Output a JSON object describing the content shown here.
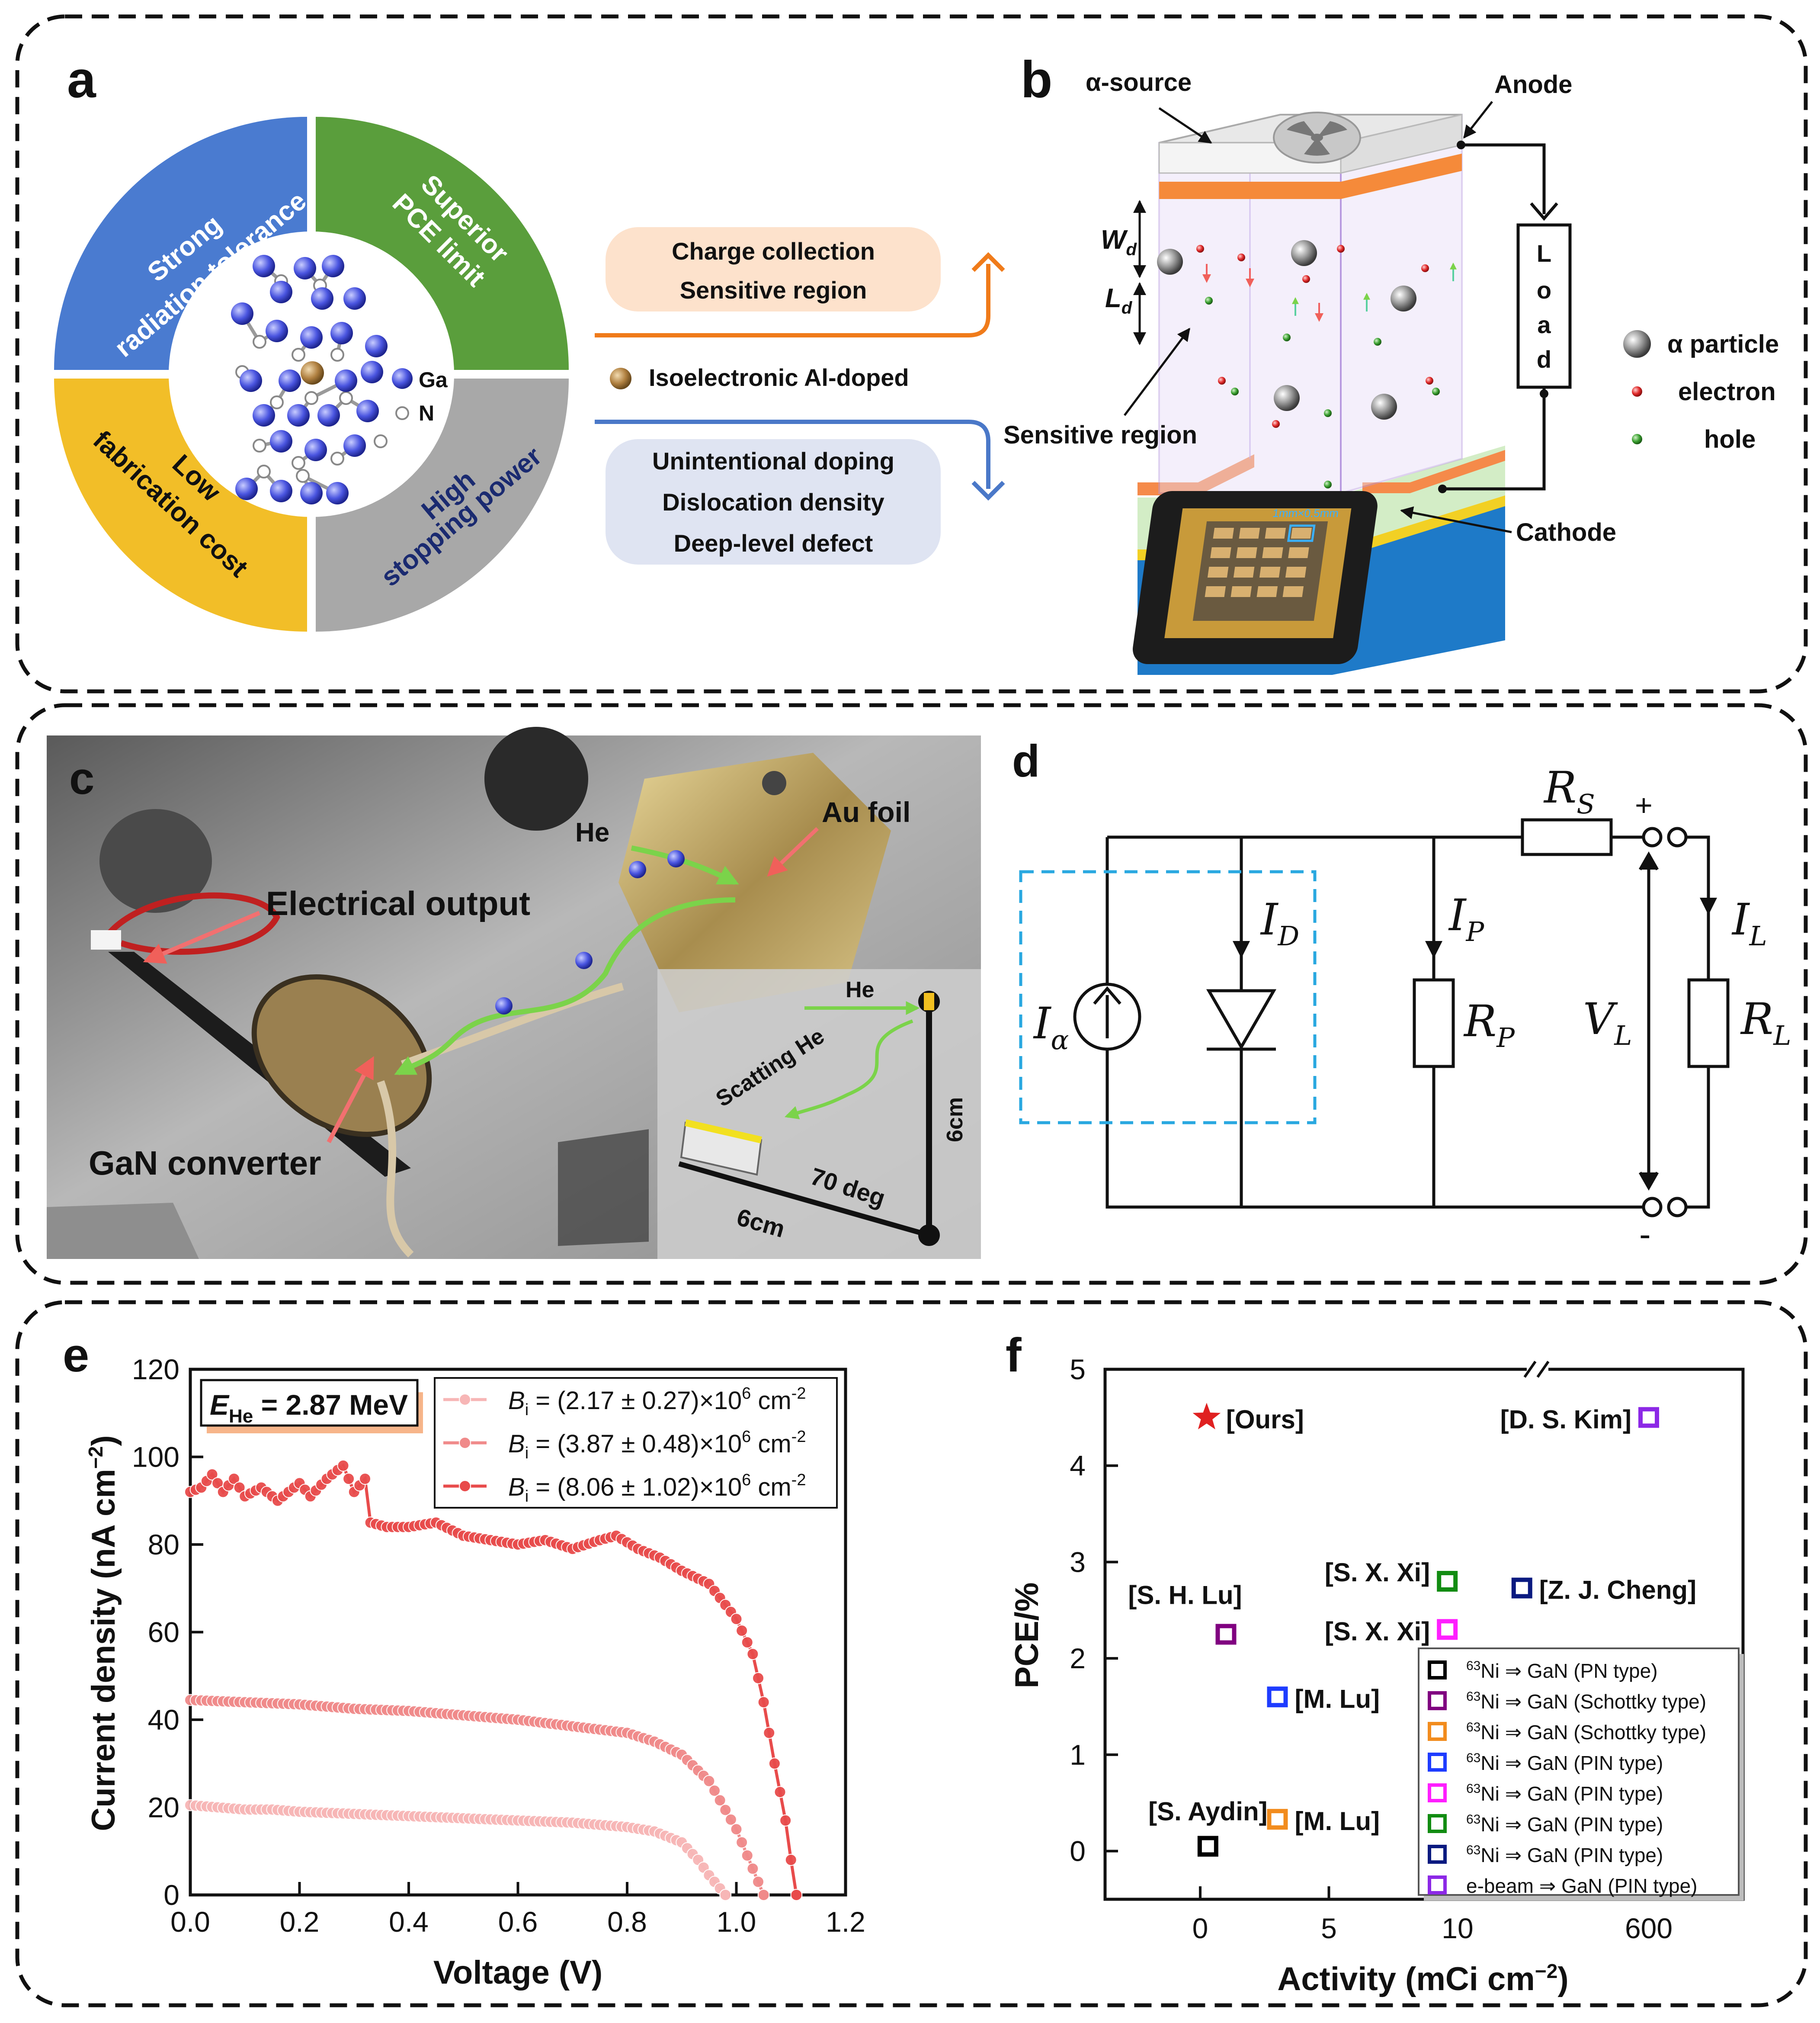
{
  "panels": {
    "a": {
      "letter": "a",
      "sectors": [
        "Strong radiation tolerance",
        "Superior PCE limit",
        "Low fabrication cost",
        "High stopping power"
      ],
      "legend": [
        "Ga",
        "N"
      ],
      "upper_box": [
        "Charge collection",
        "Sensitive region"
      ],
      "middle_label": "Isoelectronic Al-doped",
      "lower_box": [
        "Unintentional doping",
        "Dislocation density",
        "Deep-level defect"
      ]
    },
    "b": {
      "letter": "b",
      "alpha_source": "α-source",
      "anode": "Anode",
      "cathode": "Cathode",
      "load": [
        "L",
        "o",
        "a",
        "d"
      ],
      "wd": "W",
      "wd_sub": "d",
      "ld": "L",
      "ld_sub": "d",
      "sensitive_region": "Sensitive region",
      "chip_scale": "1mm×0.5mm",
      "legend": [
        "α particle",
        "electron",
        "hole"
      ]
    },
    "c": {
      "letter": "c",
      "au_foil": "Au foil",
      "he": "He",
      "electrical_output": "Electrical output",
      "gan_converter": "GaN converter",
      "inset_he": "He",
      "scatting_he": "Scatting He",
      "six_cm_vertical": "6cm",
      "seventy_deg": "70 deg",
      "six_cm_horizontal": "6cm"
    },
    "d": {
      "letter": "d",
      "rs": "R",
      "rs_sub": "S",
      "plus": "+",
      "minus": "-",
      "id": "I",
      "id_sub": "D",
      "ip": "I",
      "ip_sub": "P",
      "il": "I",
      "il_sub": "L",
      "ialpha": "I",
      "ialpha_sub": "α",
      "rp": "R",
      "rp_sub": "P",
      "vl": "V",
      "vl_sub": "L",
      "rl": "R",
      "rl_sub": "L"
    },
    "e": {
      "letter": "e",
      "energy_label_main": "E",
      "energy_label_sub": "He",
      "energy_label_value": " = 2.87 MeV",
      "legend": [
        {
          "prefix": "B",
          "sub": "i",
          "value": " = (2.17 ± 0.27)×10",
          "exp": "6",
          "unit": " cm",
          "unit_exp": "-2"
        },
        {
          "prefix": "B",
          "sub": "i",
          "value": " = (3.87 ± 0.48)×10",
          "exp": "6",
          "unit": " cm",
          "unit_exp": "-2"
        },
        {
          "prefix": "B",
          "sub": "i",
          "value": " = (8.06 ± 1.02)×10",
          "exp": "6",
          "unit": " cm",
          "unit_exp": "-2"
        }
      ]
    },
    "f": {
      "letter": "f",
      "x_ticks_left": [
        "0",
        "5",
        "10"
      ],
      "x_tick_right": "600",
      "points_labels": [
        "[Ours]",
        "[D. S. Kim]",
        "[S. X. Xi]",
        "[Z. J. Cheng]",
        "[S. H. Lu]",
        "[S. X. Xi]",
        "[M. Lu]",
        "[S. Aydin]",
        "[M. Lu]"
      ],
      "legend": [
        {
          "sup": "63",
          "text": "Ni ⇒ GaN (PN type)",
          "color": "#000000"
        },
        {
          "sup": "63",
          "text": "Ni ⇒ GaN (Schottky type)",
          "color": "#800080"
        },
        {
          "sup": "63",
          "text": "Ni ⇒ GaN (Schottky type)",
          "color": "#f28c1e"
        },
        {
          "sup": "63",
          "text": "Ni ⇒ GaN (PIN type)",
          "color": "#1e3cff"
        },
        {
          "sup": "63",
          "text": "Ni ⇒ GaN (PIN type)",
          "color": "#ff1eff"
        },
        {
          "sup": "63",
          "text": "Ni ⇒ GaN (PIN type)",
          "color": "#128c12"
        },
        {
          "sup": "63",
          "text": "Ni ⇒ GaN (PIN type)",
          "color": "#0a1a80"
        },
        {
          "sup": "",
          "text": "e-beam ⇒ GaN (PIN type)",
          "color": "#8c28e6"
        }
      ]
    }
  },
  "chart_data": [
    {
      "type": "line",
      "panel": "e",
      "xlabel": "Voltage (V)",
      "ylabel": "Current density (nA cm",
      "ylabel_exp": "−2",
      "ylabel_close": ")",
      "xlim": [
        0,
        1.2
      ],
      "ylim": [
        0,
        120
      ],
      "x_ticks": [
        "0.0",
        "0.2",
        "0.4",
        "0.6",
        "0.8",
        "1.0",
        "1.2"
      ],
      "y_ticks": [
        "0",
        "20",
        "40",
        "60",
        "80",
        "100",
        "120"
      ],
      "series": [
        {
          "color": "#f7b6b6",
          "x": [
            0.0,
            0.05,
            0.1,
            0.15,
            0.2,
            0.3,
            0.4,
            0.5,
            0.6,
            0.7,
            0.8,
            0.85,
            0.9,
            0.93,
            0.95,
            0.97,
            0.98
          ],
          "y": [
            20.5,
            20,
            19.5,
            19.5,
            19,
            18.5,
            18,
            17.5,
            17,
            16.5,
            15.5,
            14.5,
            12,
            8,
            4.5,
            1.5,
            0
          ]
        },
        {
          "color": "#f08a8a",
          "x": [
            0.0,
            0.1,
            0.2,
            0.3,
            0.4,
            0.5,
            0.6,
            0.7,
            0.8,
            0.85,
            0.9,
            0.95,
            1.0,
            1.02,
            1.04,
            1.05
          ],
          "y": [
            44.5,
            44,
            43.5,
            42.5,
            42,
            41,
            40,
            38.5,
            37,
            35,
            32,
            26,
            15,
            9,
            3,
            0
          ]
        },
        {
          "color": "#e84b4b",
          "x": [
            0.0,
            0.02,
            0.04,
            0.06,
            0.08,
            0.1,
            0.13,
            0.16,
            0.2,
            0.22,
            0.25,
            0.28,
            0.3,
            0.32,
            0.33,
            0.36,
            0.4,
            0.45,
            0.5,
            0.55,
            0.6,
            0.65,
            0.7,
            0.75,
            0.78,
            0.82,
            0.86,
            0.9,
            0.95,
            1.0,
            1.03,
            1.05,
            1.07,
            1.09,
            1.1,
            1.11
          ],
          "y": [
            92,
            93,
            96,
            92,
            95,
            91,
            93,
            90,
            94,
            91,
            95,
            98,
            92,
            95,
            85,
            84,
            84,
            85,
            82,
            81,
            80,
            81,
            79,
            81,
            82,
            79,
            77,
            74,
            71,
            63,
            55,
            44,
            30,
            17,
            8,
            0
          ]
        }
      ]
    },
    {
      "type": "scatter",
      "panel": "f",
      "xlabel": "Activity (mCi cm",
      "xlabel_exp": "−2",
      "xlabel_close": ")",
      "ylabel": "PCE/%",
      "ylim": [
        -0.5,
        5
      ],
      "y_ticks": [
        "0",
        "1",
        "2",
        "3",
        "4",
        "5"
      ],
      "x_axis_break": "10 // 600",
      "points": [
        {
          "label": "[Ours]",
          "x": 0.25,
          "y": 4.5,
          "marker": "star",
          "color": "#e02020"
        },
        {
          "label": "[D. S. Kim]",
          "x": 600,
          "y": 4.5,
          "marker": "square",
          "color": "#8c28e6"
        },
        {
          "label": "[S. X. Xi]",
          "x": 9.6,
          "y": 2.8,
          "marker": "square",
          "color": "#128c12"
        },
        {
          "label": "[Z. J. Cheng]",
          "x": 12.5,
          "y": 2.73,
          "marker": "square",
          "color": "#0a1a80"
        },
        {
          "label": "[S. H. Lu]",
          "x": 1.0,
          "y": 2.25,
          "marker": "square",
          "color": "#800080"
        },
        {
          "label": "[S. X. Xi]",
          "x": 9.6,
          "y": 2.3,
          "marker": "square",
          "color": "#ff1eff"
        },
        {
          "label": "[M. Lu]",
          "x": 3.0,
          "y": 1.6,
          "marker": "square",
          "color": "#1e3cff"
        },
        {
          "label": "[S. Aydin]",
          "x": 0.3,
          "y": 0.05,
          "marker": "square",
          "color": "#000000"
        },
        {
          "label": "[M. Lu]",
          "x": 3.0,
          "y": 0.33,
          "marker": "square",
          "color": "#f28c1e"
        }
      ]
    }
  ]
}
